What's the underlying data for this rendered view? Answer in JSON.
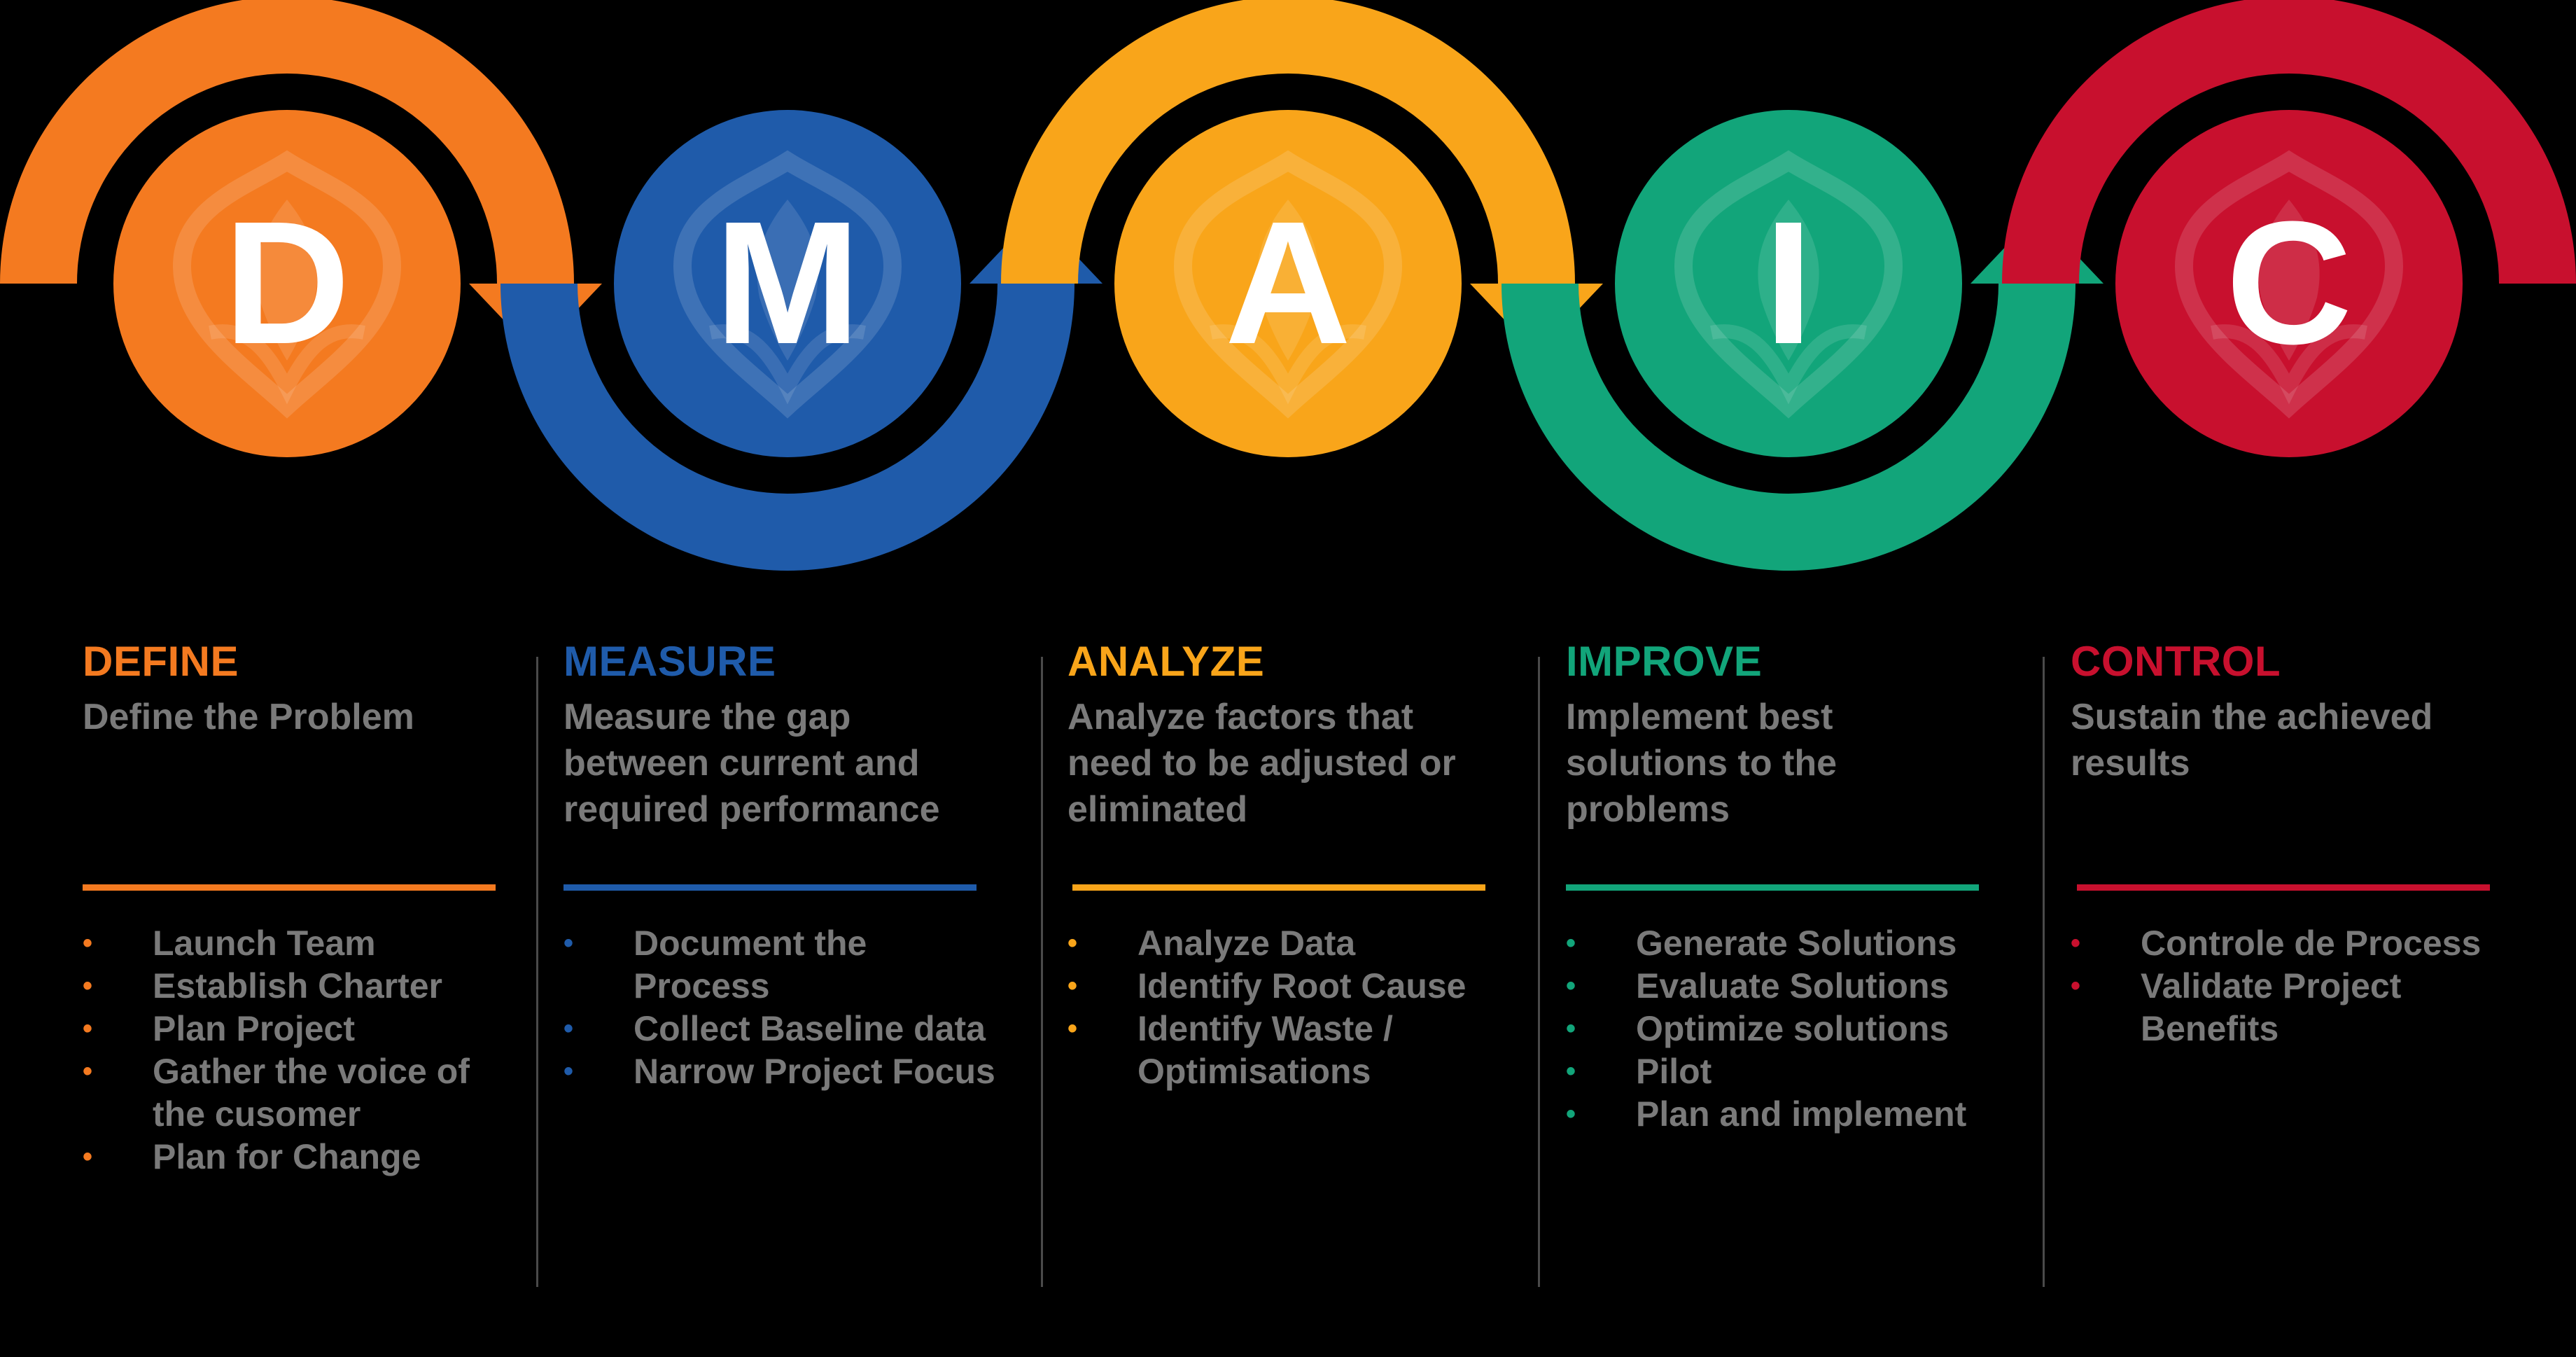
{
  "phases": [
    {
      "letter": "D",
      "title": "DEFINE",
      "color": "#F47A20",
      "desc": "Define the Problem",
      "items": [
        "Launch Team",
        "Establish Charter",
        "Plan Project",
        "Gather the voice of\nthe cusomer",
        "Plan for Change"
      ]
    },
    {
      "letter": "M",
      "title": "MEASURE",
      "color": "#1F5BAA",
      "desc": "Measure the gap between current and required performance",
      "items": [
        "Document the\nProcess",
        "Collect Baseline data",
        "Narrow Project Focus"
      ]
    },
    {
      "letter": "A",
      "title": "ANALYZE",
      "color": "#F9A51A",
      "desc": "Analyze factors that need to be adjusted or eliminated",
      "items": [
        "Analyze Data",
        "Identify Root Cause",
        "Identify Waste /\nOptimisations"
      ]
    },
    {
      "letter": "I",
      "title": "IMPROVE",
      "color": "#12A57A",
      "desc": "Implement best solutions to the problems",
      "items": [
        "Generate Solutions",
        "Evaluate Solutions",
        "Optimize solutions",
        "Pilot",
        "Plan and implement"
      ]
    },
    {
      "letter": "C",
      "title": "CONTROL",
      "color": "#C8102E",
      "desc": "Sustain the achieved results",
      "items": [
        "Controle de Process",
        "Validate Project\nBenefits"
      ]
    }
  ],
  "colors": {
    "background": "#000000",
    "text_gray": "#7a7a7a",
    "divider": "#4a4a4a"
  }
}
